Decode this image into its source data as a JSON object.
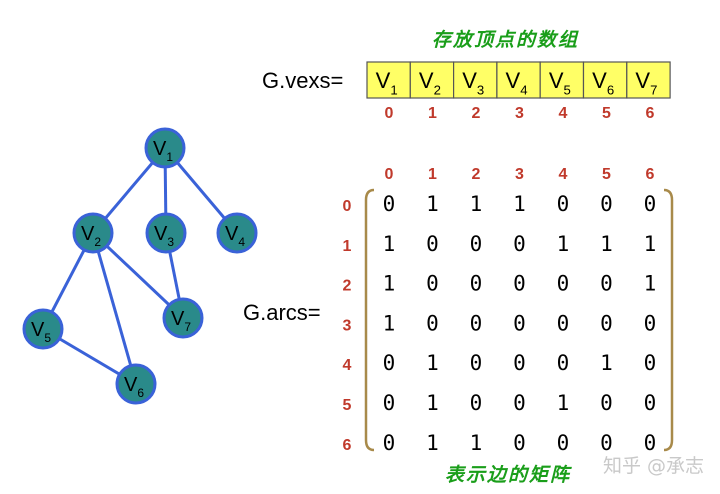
{
  "captions": {
    "vexs": "存放顶点的数组",
    "arcs": "表示边的矩阵"
  },
  "labels": {
    "vexs": "G.vexs=",
    "arcs": "G.arcs="
  },
  "vertices": [
    {
      "name": "V",
      "sub": "1"
    },
    {
      "name": "V",
      "sub": "2"
    },
    {
      "name": "V",
      "sub": "3"
    },
    {
      "name": "V",
      "sub": "4"
    },
    {
      "name": "V",
      "sub": "5"
    },
    {
      "name": "V",
      "sub": "6"
    },
    {
      "name": "V",
      "sub": "7"
    }
  ],
  "array_indices": [
    "0",
    "1",
    "2",
    "3",
    "4",
    "5",
    "6"
  ],
  "col_indices": [
    "0",
    "1",
    "2",
    "3",
    "4",
    "5",
    "6"
  ],
  "row_indices": [
    "0",
    "1",
    "2",
    "3",
    "4",
    "5",
    "6"
  ],
  "matrix": [
    [
      "0",
      "1",
      "1",
      "1",
      "0",
      "0",
      "0"
    ],
    [
      "1",
      "0",
      "0",
      "0",
      "1",
      "1",
      "1"
    ],
    [
      "1",
      "0",
      "0",
      "0",
      "0",
      "0",
      "1"
    ],
    [
      "1",
      "0",
      "0",
      "0",
      "0",
      "0",
      "0"
    ],
    [
      "0",
      "1",
      "0",
      "0",
      "0",
      "1",
      "0"
    ],
    [
      "0",
      "1",
      "0",
      "0",
      "1",
      "0",
      "0"
    ],
    [
      "0",
      "1",
      "1",
      "0",
      "0",
      "0",
      "0"
    ]
  ],
  "graph_edges": [
    [
      0,
      1
    ],
    [
      0,
      2
    ],
    [
      0,
      3
    ],
    [
      1,
      4
    ],
    [
      1,
      5
    ],
    [
      1,
      6
    ],
    [
      2,
      6
    ],
    [
      4,
      5
    ]
  ],
  "watermark": "知乎 @承志",
  "colors": {
    "node_fill": "#2a8a8a",
    "node_stroke": "#3a62d8",
    "edge": "#3a62d8",
    "array_fill": "#ffff66",
    "index_red": "#c0392b",
    "caption_green": "#1a9e1a",
    "bracket": "#a88a4a"
  }
}
